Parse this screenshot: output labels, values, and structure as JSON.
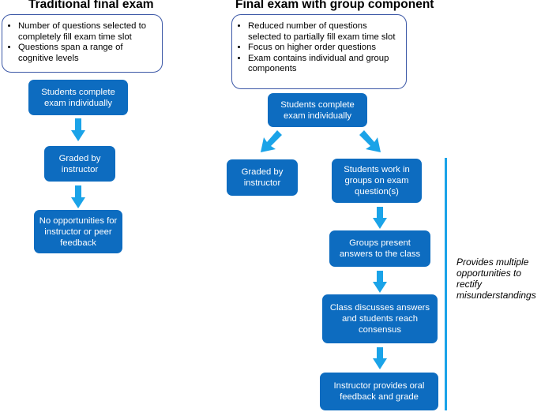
{
  "left": {
    "title": "Traditional final exam",
    "bullets": [
      "Number of questions selected to completely fill exam time slot",
      "Questions span a range of cognitive levels"
    ],
    "steps": [
      "Students complete exam individually",
      "Graded by instructor",
      "No opportunities for instructor or peer feedback"
    ]
  },
  "right": {
    "title": "Final exam with group component",
    "bullets": [
      "Reduced number of questions selected to partially fill exam time slot",
      "Focus on higher order questions",
      "Exam contains individual and group components"
    ],
    "start": "Students complete exam individually",
    "branch_left": "Graded by instructor",
    "group_steps": [
      "Students work in groups on exam question(s)",
      "Groups present answers to the class",
      "Class discusses answers and students reach consensus",
      "Instructor provides oral feedback and grade"
    ],
    "note": "Provides multiple opportunities to rectify misunderstandings"
  },
  "colors": {
    "box_fill": "#0d6cc0",
    "arrow": "#1aa3e8",
    "outline": "#3b57a6",
    "bracket": "#1aa3e8"
  }
}
